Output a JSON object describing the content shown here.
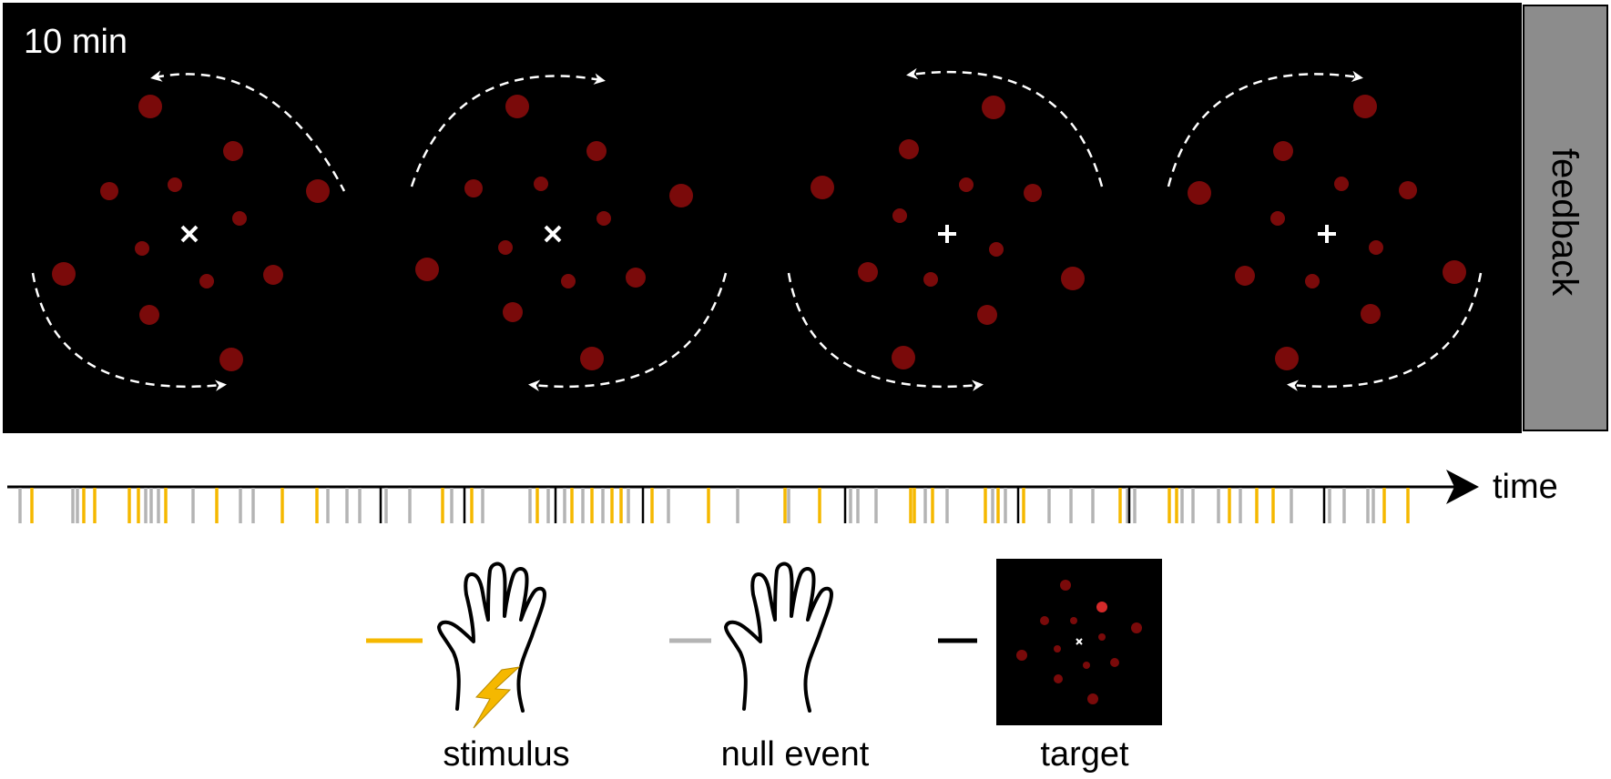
{
  "panel": {
    "duration_label": "10 min",
    "feedback_label": "feedback"
  },
  "timeline": {
    "axis_label": "time"
  },
  "legend": {
    "stimulus_label": "stimulus",
    "null_event_label": "null event",
    "target_label": "target"
  },
  "colors": {
    "background_panel": "#000000",
    "feedback_bar": "#8c8c8c",
    "dot": "#7a0a0a",
    "target_highlight_dot": "#d42a2a",
    "stimulus_line": "#f5b800",
    "null_event_line": "#b4b4b4",
    "target_line": "#000000",
    "arrow": "#ffffff"
  },
  "icons": {
    "fixation_x": "cross-x-icon",
    "fixation_plus": "cross-plus-icon",
    "hand": "hand-icon",
    "lightning": "lightning-bolt-icon",
    "time_arrow": "arrow-right-icon"
  }
}
